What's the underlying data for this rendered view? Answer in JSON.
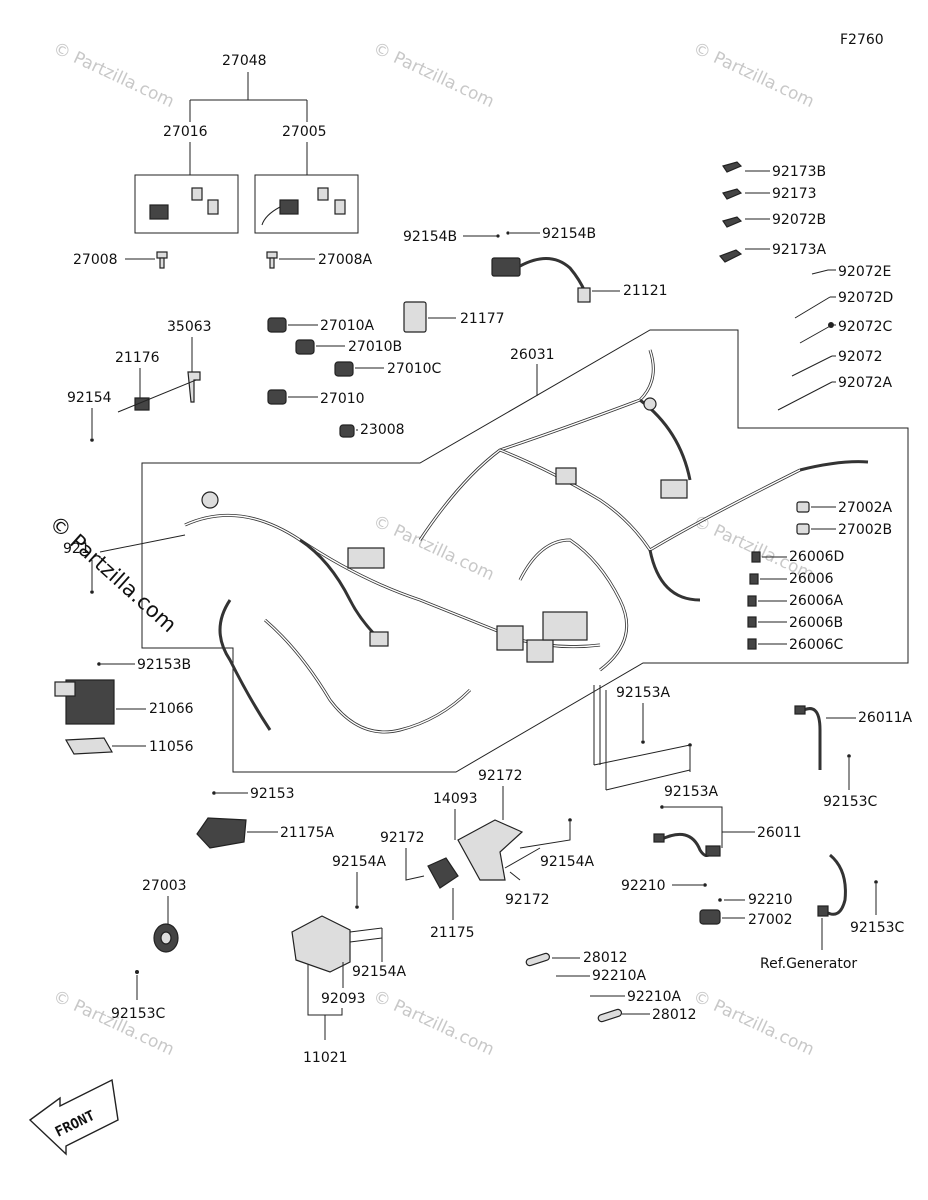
{
  "figure_code": "F2760",
  "watermarks": {
    "light": "© Partzilla.com",
    "dark": "© Partzilla.com"
  },
  "labels": {
    "l27048": "27048",
    "l27016": "27016",
    "l27005": "27005",
    "l27008": "27008",
    "l27008A": "27008A",
    "l92154B_left": "92154B",
    "l92154B_right": "92154B",
    "l21121": "21121",
    "l92173B": "92173B",
    "l92173": "92173",
    "l92072B": "92072B",
    "l92173A": "92173A",
    "l92072E": "92072E",
    "l92072D": "92072D",
    "l92072C": "92072C",
    "l92072": "92072",
    "l92072A": "92072A",
    "l35063": "35063",
    "l21176": "21176",
    "l92154": "92154",
    "l27010A": "27010A",
    "l27010B": "27010B",
    "l27010C": "27010C",
    "l27010": "27010",
    "l23008": "23008",
    "l21177": "21177",
    "l26031": "26031",
    "l92154_partial": "921",
    "l27002A": "27002A",
    "l27002B": "27002B",
    "l26006D": "26006D",
    "l26006": "26006",
    "l26006A": "26006A",
    "l26006B": "26006B",
    "l26006C": "26006C",
    "l92153B": "92153B",
    "l21066": "21066",
    "l11056": "11056",
    "l92153A_a": "92153A",
    "l92153A_b": "92153A",
    "l26011A": "26011A",
    "l92153C_a": "92153C",
    "l92153": "92153",
    "l21175A": "21175A",
    "l92172_top": "92172",
    "l14093": "14093",
    "l92172_left": "92172",
    "l92154A_right": "92154A",
    "l92172_bottom": "92172",
    "l21175": "21175",
    "l92154A_top": "92154A",
    "l92154A_bottom": "92154A",
    "l92093": "92093",
    "l11021": "11021",
    "l27003": "27003",
    "l92153C_b": "92153C",
    "l26011": "26011",
    "l92210_a": "92210",
    "l92210_b": "92210",
    "l27002": "27002",
    "l92153C_c": "92153C",
    "l28012_a": "28012",
    "l92210A_a": "92210A",
    "l92210A_b": "92210A",
    "l28012_b": "28012",
    "ref_generator": "Ref.Generator",
    "front": "FRONT"
  }
}
